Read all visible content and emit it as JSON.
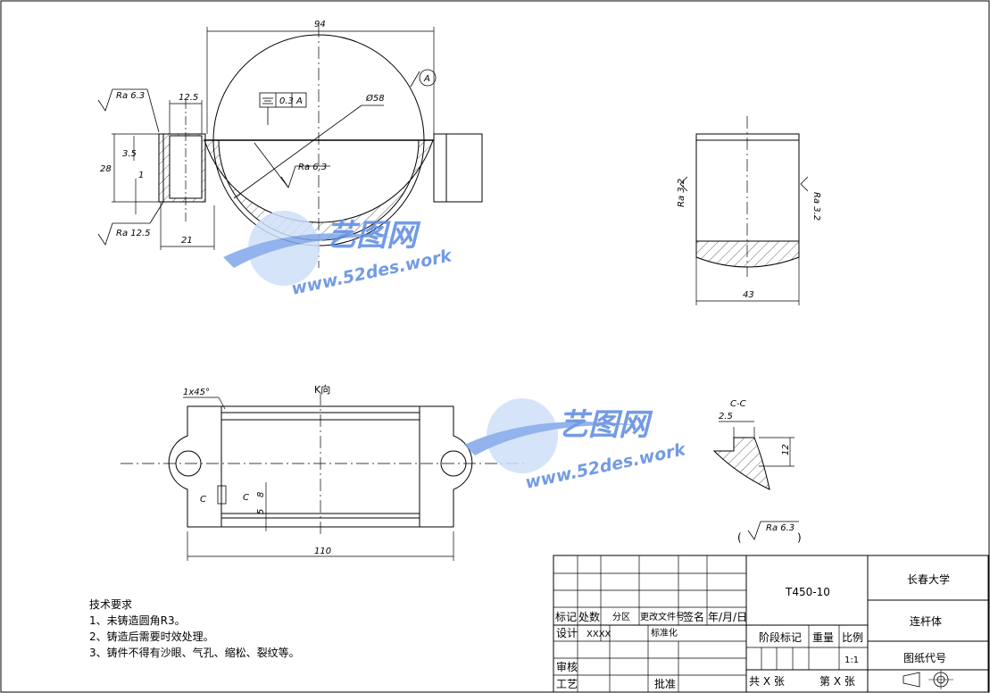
{
  "views": {
    "main": {
      "dims": {
        "width_94": "94",
        "dia_58": "Ø58",
        "w_12_5": "12.5",
        "h_3_5": "3.5",
        "h_28": "28",
        "v_1": "1",
        "w_21": "21"
      },
      "roughness": {
        "top_left": "Ra 6.3",
        "bottom_left": "Ra 12.5",
        "inner": "Ra 6.3"
      },
      "tolerance": {
        "value": "0.3",
        "datum": "A"
      },
      "datum_label": "A"
    },
    "side": {
      "dims": {
        "width_43": "43"
      },
      "roughness": {
        "left": "Ra 3.2",
        "right": "Ra 3.2"
      }
    },
    "k_view": {
      "title": "K向",
      "chamfer": "1x45°",
      "dims": {
        "w_110": "110",
        "h_8": "8",
        "h_5": "5"
      },
      "section_letter_a": "C",
      "section_letter_b": "C"
    },
    "section_cc": {
      "title": "C-C",
      "dims": {
        "w_2_5": "2.5",
        "h_12": "12"
      }
    },
    "general_roughness": {
      "open": "(",
      "value": "Ra 6.3",
      "close": ")"
    }
  },
  "notes": {
    "title": "技术要求",
    "items": [
      "1、未铸造圆角R3。",
      "2、铸造后需要时效处理。",
      "3、铸件不得有沙眼、气孔、缩松、裂纹等。"
    ]
  },
  "title_block": {
    "drawing_no": "T450-10",
    "school": "长春大学",
    "part_name": "连杆体",
    "drawing_code_label": "图纸代号",
    "headers": {
      "mark": "标记",
      "count": "处数",
      "zone": "分区",
      "change_doc": "更改文件号",
      "sign": "签名",
      "date": "年/月/日"
    },
    "design_label": "设计",
    "designer": "XXXX",
    "standardize_label": "标准化",
    "stage_label": "阶段标记",
    "weight_label": "重量",
    "scale_label": "比例",
    "scale_value": "1:1",
    "review_label": "审核",
    "process_label": "工艺",
    "approve_label": "批准",
    "sheets_total": "共 X 张",
    "sheet_no": "第 X 张"
  },
  "watermarks": [
    {
      "brand": "艺图网",
      "url": "www.52des.work"
    },
    {
      "brand": "艺图网",
      "url": "www.52des.work"
    }
  ],
  "colors": {
    "line": "#000000",
    "watermark": "#3b6fd0",
    "watermark_light": "#a8c4f0"
  }
}
